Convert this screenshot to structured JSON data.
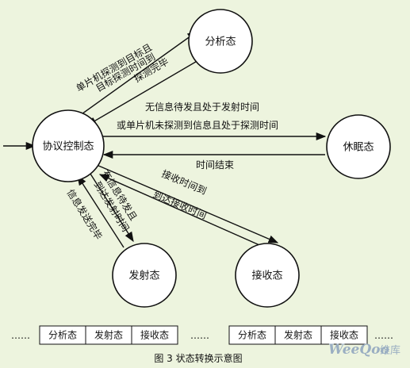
{
  "nodes": {
    "protocol": "协议控制态",
    "analysis": "分析态",
    "sleep": "休眠态",
    "transmit": "发射态",
    "receive": "接收态"
  },
  "edges": {
    "to_analysis_line1": "单片机探测到目标且",
    "to_analysis_line2": "目标探测时间到",
    "from_analysis": "探测完毕",
    "to_sleep_line1": "无信息待发且处于发射时间",
    "to_sleep_line2": "或单片机未探测到信息且处于探测时间",
    "from_sleep": "时间结束",
    "to_transmit_line1": "有信息待发且",
    "to_transmit_line2": "到达发射时间",
    "from_transmit": "信息发送完毕",
    "to_receive_line1": "接收时间到",
    "to_receive_line2": "到达接收时间"
  },
  "timeline": {
    "ellipsis": "……",
    "group1": [
      "分析态",
      "发射态",
      "接收态"
    ],
    "group2": [
      "分析态",
      "发射态",
      "接收态"
    ]
  },
  "caption": "图 3   状态转换示意图",
  "watermark": {
    "brand": "WeeQoo",
    "suffix": "维库"
  }
}
